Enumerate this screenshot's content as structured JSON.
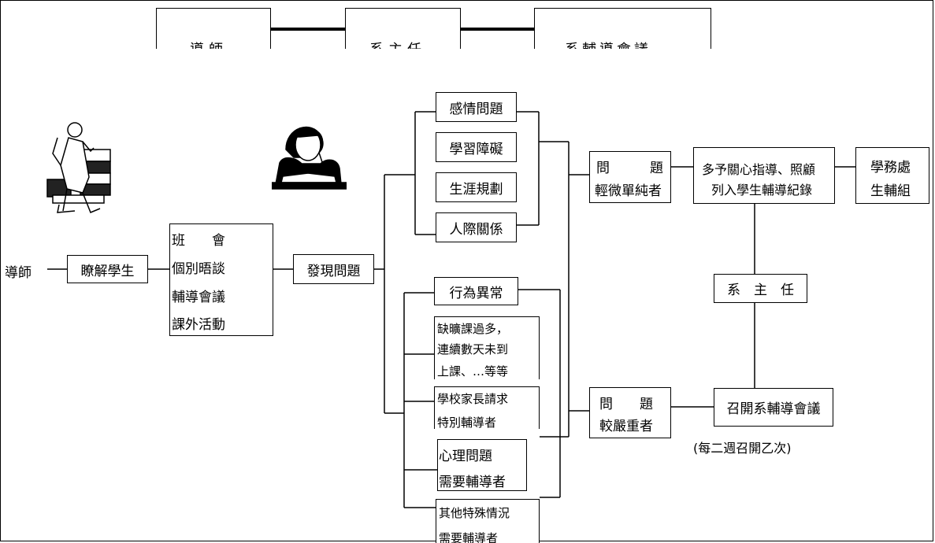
{
  "header": {
    "b1": "導師",
    "b2": "系主任",
    "b3": "系輔導會議"
  },
  "left": {
    "mentor": "導師",
    "understand": "瞭解學生",
    "methods": [
      "班　　會",
      "個別晤談",
      "輔導會議",
      "課外活動"
    ],
    "discover": "發現問題"
  },
  "minor": {
    "items": [
      "感情問題",
      "學習障礙",
      "生涯規劃",
      "人際關係"
    ],
    "category_line1": "問　　　題",
    "category_line2": "輕微單純者",
    "action_line1": "多予關心指導、照顧",
    "action_line2": "列入學生輔導紀錄",
    "office_line1": "學務處",
    "office_line2": "生輔組"
  },
  "chair": "系　主　任",
  "serious": {
    "behavior": "行為異常",
    "absence": [
      "缺曠課過多，",
      "連續數天未到",
      "上課、…等等"
    ],
    "parents": [
      "學校家長請求",
      "特別輔導者"
    ],
    "psych": [
      "心理問題",
      "需要輔導者"
    ],
    "other": [
      "其他特殊情況",
      "需要輔導者"
    ],
    "category_line1": "問　　題",
    "category_line2": "較嚴重者",
    "meeting": "召開系輔導會議",
    "note": "(每二週召開乙次)"
  },
  "icons": {
    "left": "person-with-books-illustration",
    "right": "student-reading-illustration"
  }
}
